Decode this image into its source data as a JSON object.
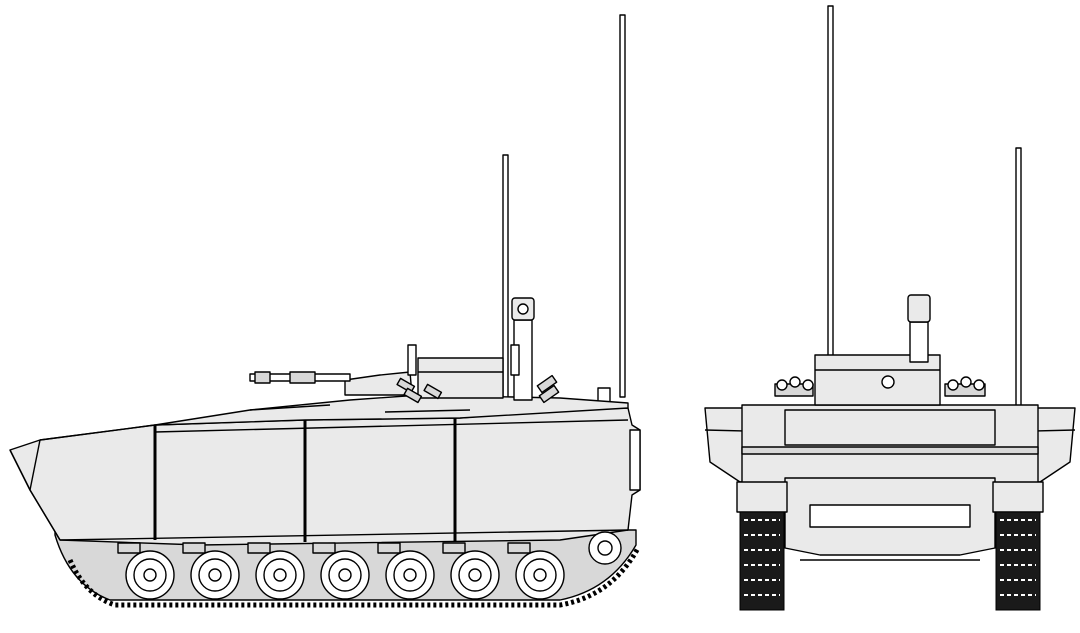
{
  "drawing": {
    "views": [
      "side-view",
      "front-view"
    ],
    "colors": {
      "line": "#000000",
      "fill": "#eaeaea",
      "shade": "#d8d8d8",
      "background": "#ffffff"
    },
    "side_view": {
      "road_wheel_count": 7
    },
    "front_view": {
      "antenna_count": 2
    }
  }
}
